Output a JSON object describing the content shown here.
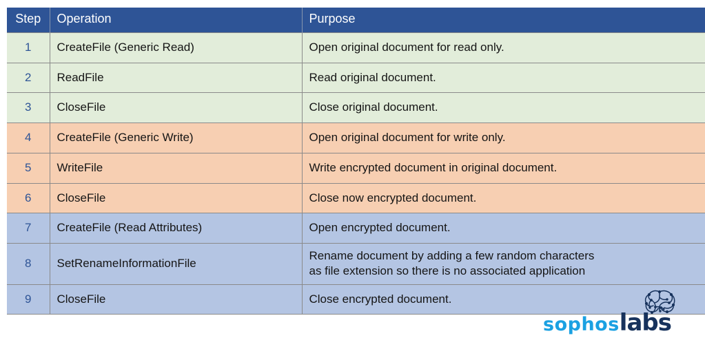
{
  "table": {
    "columns": [
      "Step",
      "Operation",
      "Purpose"
    ],
    "rows": [
      {
        "step": "1",
        "operation": "CreateFile (Generic Read)",
        "purpose": "Open original document for read only.",
        "group": "read"
      },
      {
        "step": "2",
        "operation": "ReadFile",
        "purpose": "Read original document.",
        "group": "read"
      },
      {
        "step": "3",
        "operation": "CloseFile",
        "purpose": "Close original document.",
        "group": "read"
      },
      {
        "step": "4",
        "operation": "CreateFile (Generic Write)",
        "purpose": "Open original document for write only.",
        "group": "write"
      },
      {
        "step": "5",
        "operation": "WriteFile",
        "purpose": "Write encrypted document in original document.",
        "group": "write"
      },
      {
        "step": "6",
        "operation": "CloseFile",
        "purpose": "Close now encrypted document.",
        "group": "write"
      },
      {
        "step": "7",
        "operation": "CreateFile (Read Attributes)",
        "purpose": "Open encrypted document.",
        "group": "rename"
      },
      {
        "step": "8",
        "operation": "SetRenameInformationFile",
        "purpose_line1": "Rename document by adding a few random characters",
        "purpose_line2": "as file extension so there is no associated application",
        "group": "rename"
      },
      {
        "step": "9",
        "operation": "CloseFile",
        "purpose": "Close encrypted document.",
        "group": "rename"
      }
    ]
  },
  "logo": {
    "brand_primary": "sophos",
    "brand_secondary": "labs",
    "icon": "brain-network-icon"
  },
  "colors": {
    "header_bg": "#2E5496",
    "header_text": "#FFFFFF",
    "group_read_bg": "#E2EDDA",
    "group_write_bg": "#F7CFB2",
    "group_rename_bg": "#B4C5E3",
    "step_number_text": "#2E5496",
    "cell_text": "#151515",
    "grid_line": "#8A8A8A",
    "logo_sophos": "#1BA1E2",
    "logo_labs": "#17325C",
    "page_bg": "#FFFFFF"
  }
}
